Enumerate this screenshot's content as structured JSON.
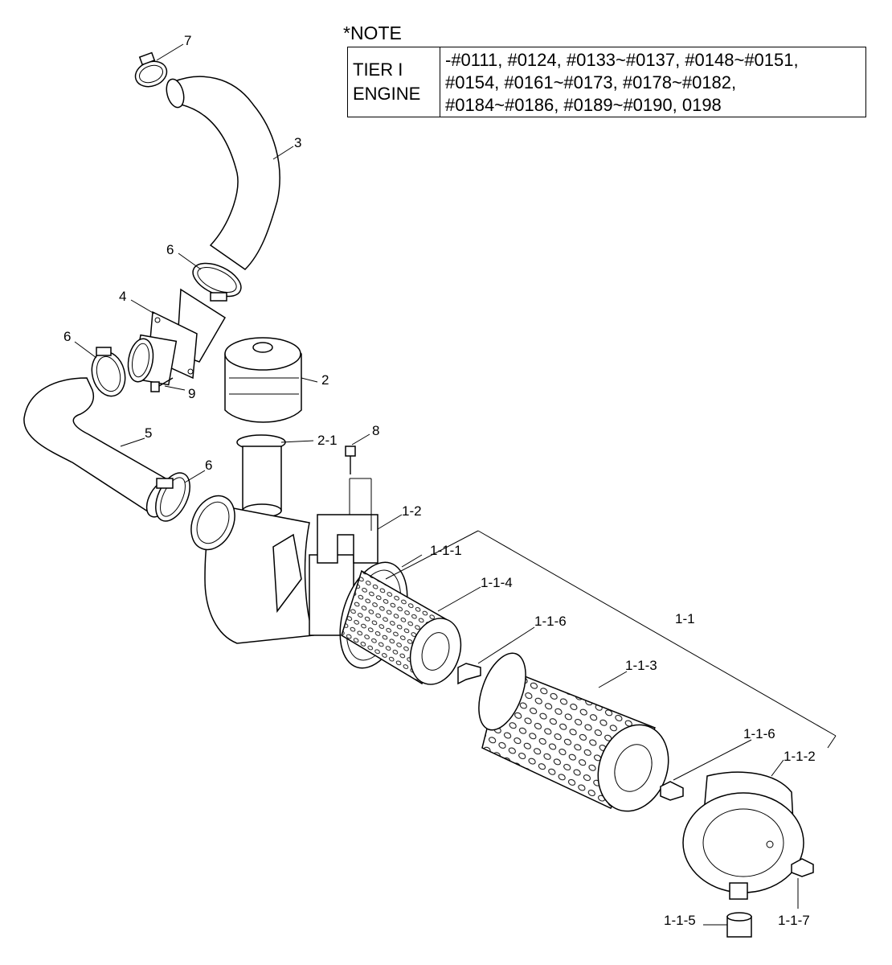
{
  "note": {
    "title": "*NOTE",
    "head_line1": "TIER I",
    "head_line2": "ENGINE",
    "lines": [
      "-#0111, #0124, #0133~#0137, #0148~#0151,",
      " #0154, #0161~#0173, #0178~#0182,",
      " #0184~#0186, #0189~#0190, 0198"
    ]
  },
  "callouts": {
    "c7": "7",
    "c3": "3",
    "c6a": "6",
    "c4": "4",
    "c6b": "6",
    "c9": "9",
    "c2": "2",
    "c5": "5",
    "c21": "2-1",
    "c8": "8",
    "c6c": "6",
    "c12": "1-2",
    "c111": "1-1-1",
    "c114": "1-1-4",
    "c116a": "1-1-6",
    "c11": "1-1",
    "c113": "1-1-3",
    "c116b": "1-1-6",
    "c112": "1-1-2",
    "c115": "1-1-5",
    "c117": "1-1-7"
  }
}
